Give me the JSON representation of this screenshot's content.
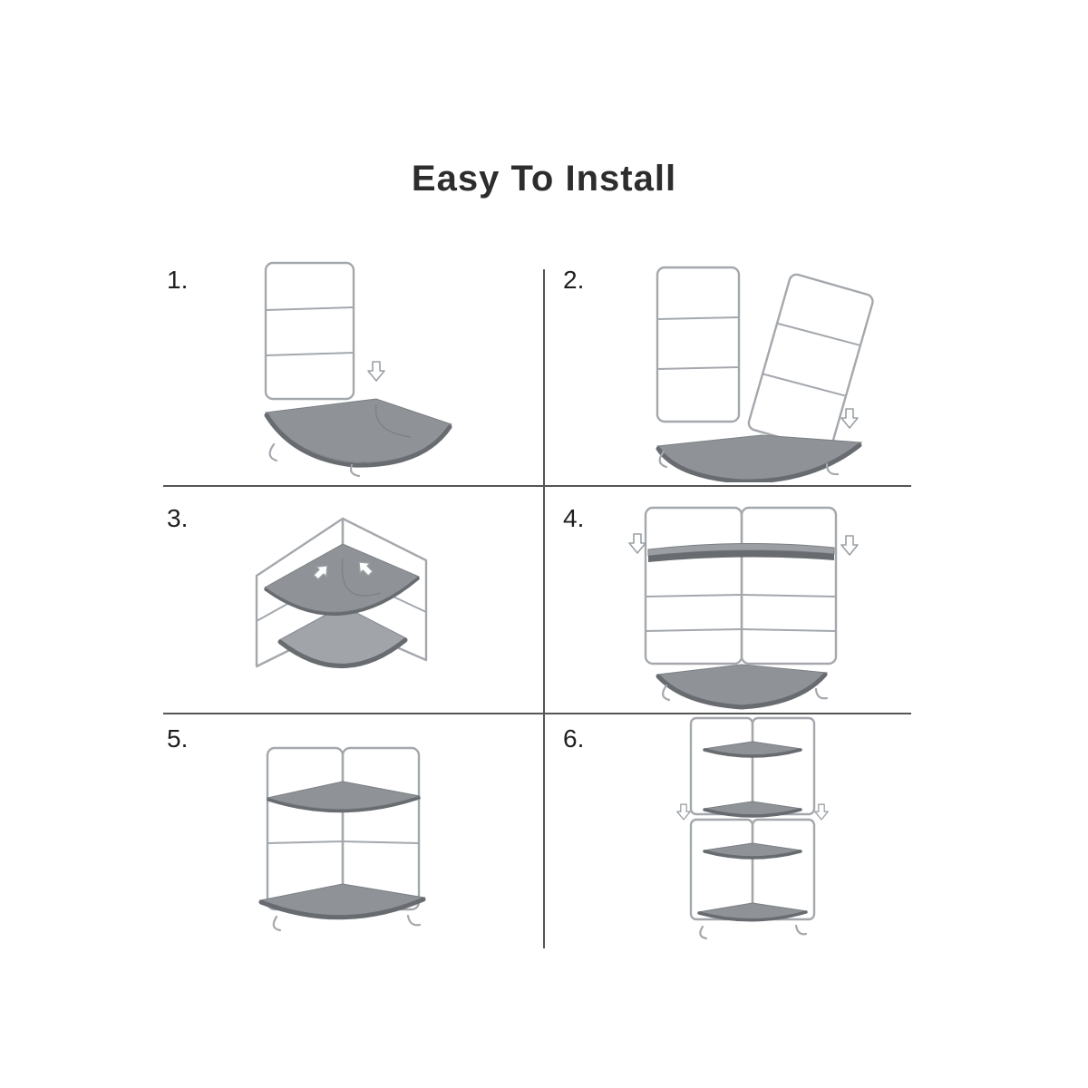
{
  "title": "Easy To Install",
  "steps": [
    {
      "number": "1."
    },
    {
      "number": "2."
    },
    {
      "number": "3."
    },
    {
      "number": "4."
    },
    {
      "number": "5."
    },
    {
      "number": "6."
    }
  ],
  "colors": {
    "background": "#ffffff",
    "title_text": "#2d2d2d",
    "step_text": "#1f1f1f",
    "divider": "#555555",
    "wire": "#a4a8ad",
    "shelf_fill": "#8f9397",
    "shelf_rim": "#686c70",
    "arrow_fill": "#ffffff",
    "arrow_stroke": "#9aa0a5"
  }
}
